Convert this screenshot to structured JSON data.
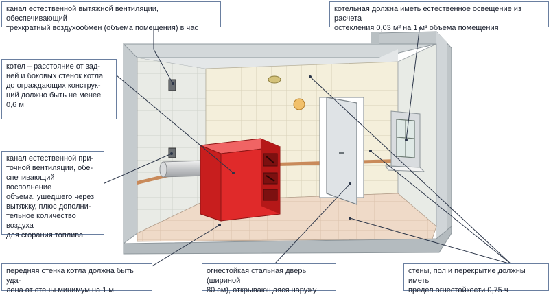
{
  "callouts": {
    "exhaust": "канал естественной вытяжной вентиляции, обеспечивающий\nтрехкратный воздухообмен (объема помещения) в час",
    "lighting": "котельная должна иметь естественное освещение из расчета\nостекления 0,03 м² на 1 м³ объема помещения",
    "boiler_distance": "котел – расстояние от зад-\nней и боковых стенок котла\nдо ограждающих конструк-\nций должно быть не менее\n0,6 м",
    "supply": "канал естественной при-\nточной вентиляции, обе-\nспечивающий восполнение\nобъема, ушедшего через\nвытяжку, плюс дополни-\nтельное количество воздуха\nдля сгорания топлива",
    "front_wall": "передняя стенка котла должна быть уда-\nлена от стены минимум на 1 м",
    "door": "огнестойкая стальная дверь (шириной\n80 см), открывающаяся наружу",
    "fire_rating": "стены, пол и перекрытие должны иметь\nпредел огнестойкости 0,75 ч"
  },
  "colors": {
    "boiler": "#e02a2a",
    "wall_concrete": "#c9cfd2",
    "tile": "#f3efd9",
    "floor": "#efd9c6",
    "door": "#dfe3e6",
    "leader": "#2b3548"
  }
}
